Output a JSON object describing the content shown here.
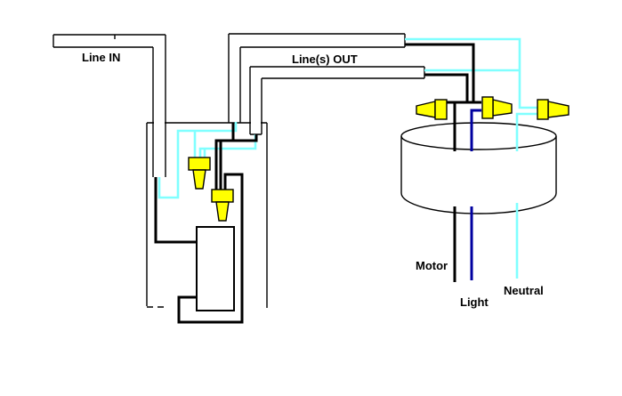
{
  "diagram": {
    "type": "ceiling-fan-wiring-diagram",
    "labels": {
      "line_in": "Line IN",
      "lines_out": "Line(s) OUT",
      "motor": "Motor",
      "light": "Light",
      "neutral": "Neutral"
    },
    "colors": {
      "background": "#FFFFFF",
      "outline": "#000000",
      "hot_wire": "#000000",
      "neutral_wire": "#80FFFF",
      "light_wire": "#0000A0",
      "wire_nut": "#FFFF00",
      "cable_fill": "#FFFFFF",
      "switch_fill": "#FFFFFF",
      "text": "#000000"
    },
    "components": [
      "line-in-cable",
      "lines-out-cable-top",
      "lines-out-cable-bottom",
      "switch-box",
      "switch",
      "wire-nut-neutral-splice",
      "wire-nut-hot-splice",
      "wire-nut-fan-left",
      "wire-nut-fan-middle",
      "wire-nut-fan-right",
      "fan-canopy",
      "motor-wire",
      "light-wire",
      "neutral-wire"
    ]
  }
}
